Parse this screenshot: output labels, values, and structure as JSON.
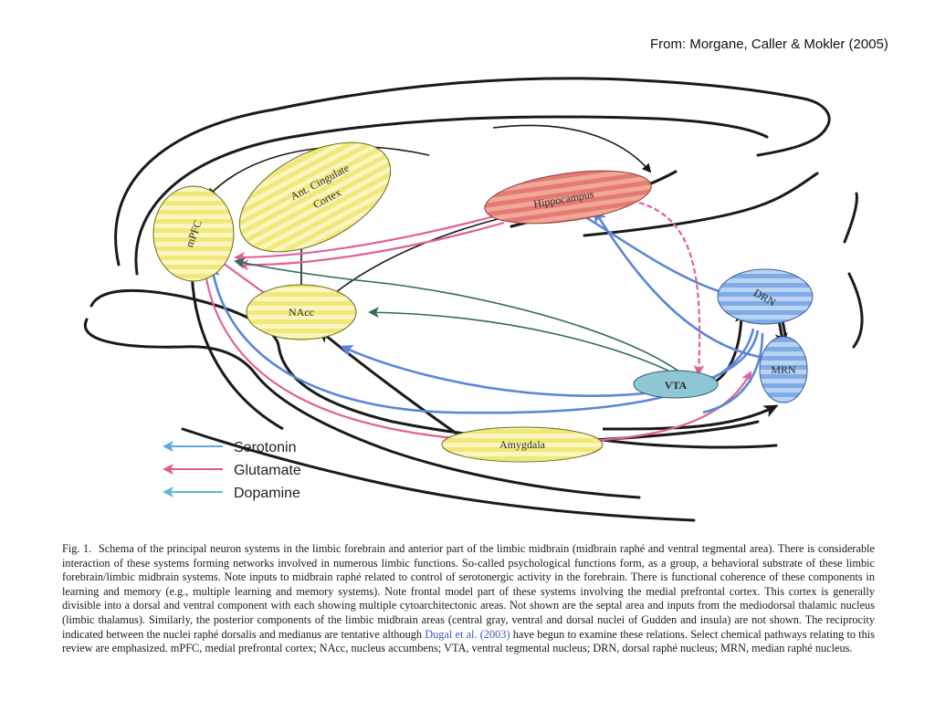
{
  "attribution": "From:  Morgane, Caller & Mokler (2005)",
  "nodes": {
    "mpfc": "mPFC",
    "ant_cingulate_line1": "Ant. Cingulate",
    "ant_cingulate_line2": "Cortex",
    "hippocampus": "Hippocampus",
    "nacc": "NAcc",
    "drn": "DRN",
    "mrn": "MRN",
    "vta": "VTA",
    "amygdala": "Amygdala"
  },
  "legend": [
    {
      "label": "Serotonin",
      "color": "#5aa9e6"
    },
    {
      "label": "Glutamate",
      "color": "#e4558a"
    },
    {
      "label": "Dopamine",
      "color": "#5fb7d4"
    }
  ],
  "colors": {
    "serotonin": "#5b86d6",
    "glutamate": "#e2609a",
    "dopamine": "#2f6b5a",
    "neutral": "#1a1a1a",
    "yellow_fill": "#f4ee9a",
    "hippocampus_fill": "#e8847a",
    "raphe_fill": "#8fb8ea"
  },
  "caption": {
    "fig_label": "Fig. 1.",
    "text_before_ref": "Schema of the principal neuron systems in the limbic forebrain and anterior part of the limbic midbrain (midbrain raphé and ventral tegmental area). There is considerable interaction of these systems forming networks involved in numerous limbic functions. So-called psychological functions form, as a group, a behavioral substrate of these limbic forebrain/limbic midbrain systems. Note inputs to midbrain raphé related to control of serotonergic activity in the forebrain. There is functional coherence of these components in learning and memory (e.g., multiple learning and memory systems). Note frontal model part of these systems involving the medial prefrontal cortex. This cortex is generally divisible into a dorsal and ventral component with each showing multiple cytoarchitectonic areas. Not shown are the septal area and inputs from the mediodorsal thalamic nucleus (limbic thalamus). Similarly, the posterior components of the limbic midbrain areas (central gray, ventral and dorsal nuclei of Gudden and insula) are not shown. The reciprocity indicated between the nuclei raphé dorsalis and medianus are tentative although",
    "ref": "Dugal et al. (2003)",
    "text_after_ref": "have begun to examine these relations. Select chemical pathways relating to this review are emphasized. mPFC, medial prefrontal cortex; NAcc, nucleus accumbens; VTA, ventral tegmental nucleus; DRN, dorsal raphé nucleus; MRN, median raphé nucleus."
  }
}
